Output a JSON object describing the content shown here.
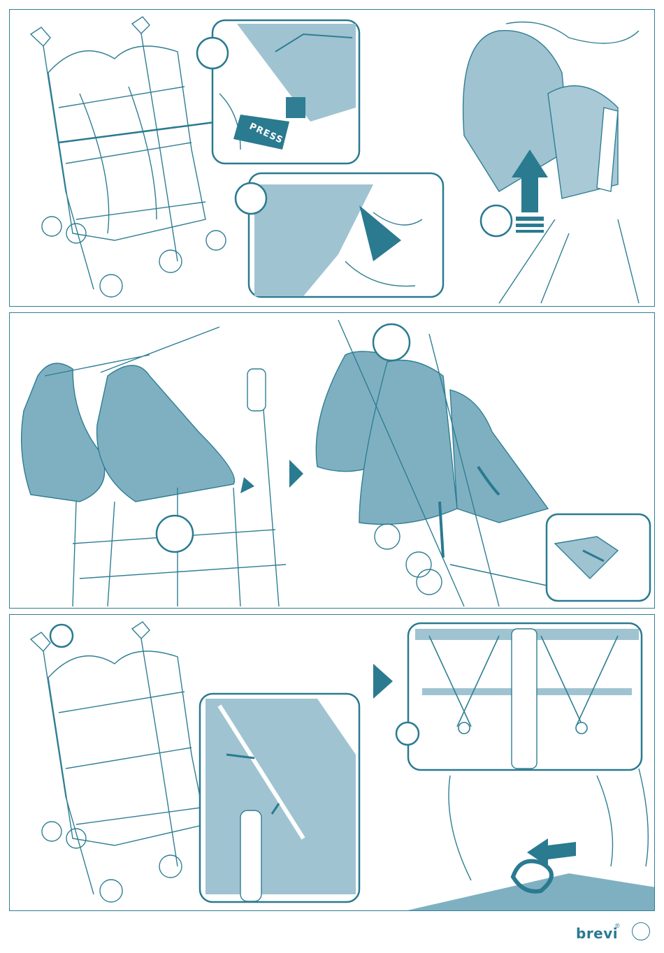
{
  "document": {
    "type": "stroller instruction illustrations",
    "palette": {
      "accent": "#2a7a90",
      "fill_light": "#9fc3d1",
      "fill_mid": "#7fb0c2",
      "line": "#2f7e93",
      "background": "#ffffff"
    }
  },
  "panel1": {
    "press_label": "PRESS",
    "icons": [
      "stroller-illustration",
      "latch-closeup",
      "canopy-detach-closeup",
      "canopy-lift-arrow"
    ]
  },
  "panel2": {
    "icons": [
      "canopy-removal-illustration",
      "seat-unclip-illustration",
      "play-arrow",
      "buckle-closeup"
    ]
  },
  "panel3": {
    "icons": [
      "stroller-illustration",
      "frame-closeup",
      "play-arrow",
      "basket-frame-closeup",
      "strap-hook-illustration"
    ]
  },
  "footer": {
    "brand": "brevi",
    "brand_mark": "®",
    "page_number": ""
  }
}
